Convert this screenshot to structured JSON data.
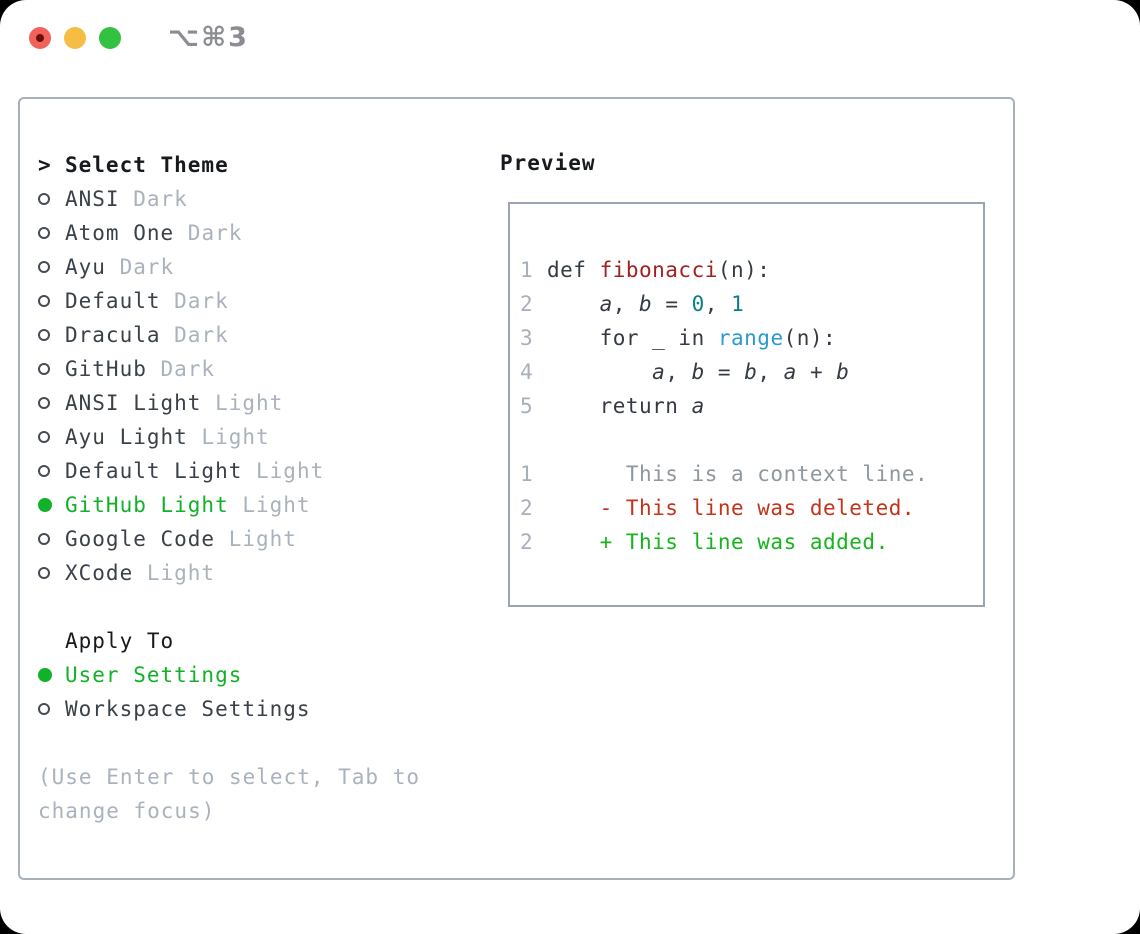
{
  "window": {
    "title": "⌥⌘3",
    "traffic_lights": {
      "close_color": "#f2625b",
      "close_dot_color": "#67100d",
      "minimize_color": "#f6bd45",
      "zoom_color": "#32c140"
    }
  },
  "theme_panel": {
    "prompt": ">",
    "header": "Select Theme",
    "accent_green": "#11b228",
    "items": [
      {
        "name": "ANSI",
        "variant": "Dark",
        "selected": false
      },
      {
        "name": "Atom One",
        "variant": "Dark",
        "selected": false
      },
      {
        "name": "Ayu",
        "variant": "Dark",
        "selected": false
      },
      {
        "name": "Default",
        "variant": "Dark",
        "selected": false
      },
      {
        "name": "Dracula",
        "variant": "Dark",
        "selected": false
      },
      {
        "name": "GitHub",
        "variant": "Dark",
        "selected": false
      },
      {
        "name": "ANSI Light",
        "variant": "Light",
        "selected": false
      },
      {
        "name": "Ayu Light",
        "variant": "Light",
        "selected": false
      },
      {
        "name": "Default Light",
        "variant": "Light",
        "selected": false
      },
      {
        "name": "GitHub Light",
        "variant": "Light",
        "selected": true
      },
      {
        "name": "Google Code",
        "variant": "Light",
        "selected": false
      },
      {
        "name": "XCode",
        "variant": "Light",
        "selected": false
      }
    ],
    "apply_to": {
      "header": "Apply To",
      "options": [
        {
          "name": "User Settings",
          "selected": true
        },
        {
          "name": "Workspace Settings",
          "selected": false
        }
      ]
    },
    "hint_lines": [
      "(Use Enter to select, Tab to",
      "change focus)"
    ]
  },
  "preview": {
    "header": "Preview",
    "colors": {
      "num": "#a6afba",
      "base": "#343b43",
      "func": "#a32121",
      "number": "#0a7e8a",
      "builtin": "#2a9bd2",
      "var": "#343b43",
      "context": "#8f979f",
      "deleted": "#c33419",
      "added": "#16b41e"
    },
    "code_lines": [
      {
        "num": "1",
        "segs": [
          {
            "t": "def ",
            "c": "base"
          },
          {
            "t": "fibonacci",
            "c": "func"
          },
          {
            "t": "(n):",
            "c": "base"
          }
        ]
      },
      {
        "num": "2",
        "segs": [
          {
            "t": "    ",
            "c": "base"
          },
          {
            "t": "a",
            "c": "var",
            "i": true
          },
          {
            "t": ", ",
            "c": "base"
          },
          {
            "t": "b",
            "c": "var",
            "i": true
          },
          {
            "t": " = ",
            "c": "base"
          },
          {
            "t": "0",
            "c": "number"
          },
          {
            "t": ", ",
            "c": "base"
          },
          {
            "t": "1",
            "c": "number"
          }
        ]
      },
      {
        "num": "3",
        "segs": [
          {
            "t": "    for _ in ",
            "c": "base"
          },
          {
            "t": "range",
            "c": "builtin"
          },
          {
            "t": "(n):",
            "c": "base"
          }
        ]
      },
      {
        "num": "4",
        "segs": [
          {
            "t": "        ",
            "c": "base"
          },
          {
            "t": "a",
            "c": "var",
            "i": true
          },
          {
            "t": ", ",
            "c": "base"
          },
          {
            "t": "b",
            "c": "var",
            "i": true
          },
          {
            "t": " = ",
            "c": "base"
          },
          {
            "t": "b",
            "c": "var",
            "i": true
          },
          {
            "t": ", ",
            "c": "base"
          },
          {
            "t": "a",
            "c": "var",
            "i": true
          },
          {
            "t": " + ",
            "c": "base"
          },
          {
            "t": "b",
            "c": "var",
            "i": true
          }
        ]
      },
      {
        "num": "5",
        "segs": [
          {
            "t": "    return ",
            "c": "base"
          },
          {
            "t": "a",
            "c": "var",
            "i": true
          }
        ]
      },
      {
        "num": "",
        "segs": []
      },
      {
        "num": "1",
        "segs": [
          {
            "t": "      This is a context line.",
            "c": "context"
          }
        ]
      },
      {
        "num": "2",
        "segs": [
          {
            "t": "    - This line was deleted.",
            "c": "deleted"
          }
        ]
      },
      {
        "num": "2",
        "segs": [
          {
            "t": "    + This line was added.",
            "c": "added"
          }
        ]
      }
    ]
  }
}
